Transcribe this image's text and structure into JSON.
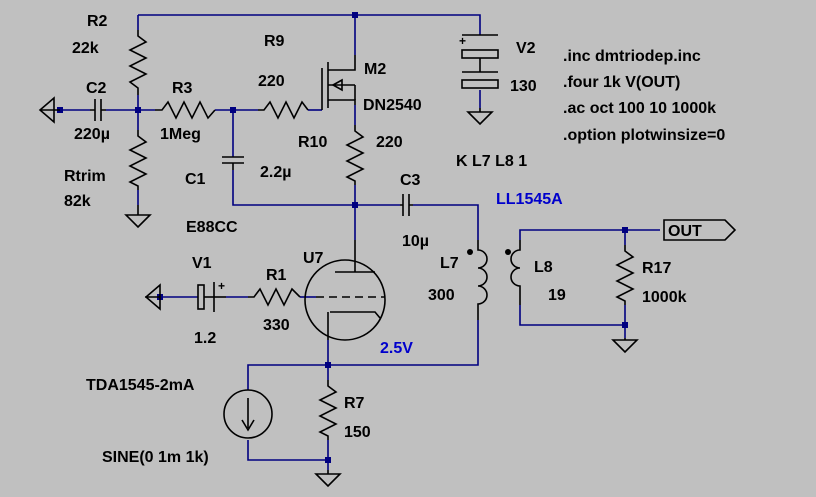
{
  "colors": {
    "background": "#c0c0c0",
    "wire": "#000080",
    "symbol": "#000000",
    "annotation": "#0000cc"
  },
  "components": {
    "R2": {
      "name": "R2",
      "value": "22k"
    },
    "C2": {
      "name": "C2",
      "value": "220µ"
    },
    "R3": {
      "name": "R3",
      "value": "1Meg"
    },
    "Rtrim": {
      "name": "Rtrim",
      "value": "82k"
    },
    "R9": {
      "name": "R9",
      "value": "220"
    },
    "M2": {
      "name": "M2",
      "value": "DN2540"
    },
    "R10": {
      "name": "R10",
      "value": "220"
    },
    "C1": {
      "name": "C1",
      "value": "2.2µ"
    },
    "V2": {
      "name": "V2",
      "value": "130"
    },
    "C3": {
      "name": "C3",
      "value": "10µ"
    },
    "L7": {
      "name": "L7",
      "value": "300"
    },
    "L8": {
      "name": "L8",
      "value": "19"
    },
    "R17": {
      "name": "R17",
      "value": "1000k"
    },
    "U7": {
      "name": "U7",
      "value": "E88CC"
    },
    "V1": {
      "name": "V1",
      "value": "1.2"
    },
    "R1": {
      "name": "R1",
      "value": "330"
    },
    "R7": {
      "name": "R7",
      "value": "150"
    },
    "I1": {
      "name": "TDA1545-2mA",
      "value": "SINE(0 1m 1k)"
    }
  },
  "netlabels": {
    "out": "OUT",
    "cathode_voltage": "2.5V",
    "transformer": "LL1545A"
  },
  "coupling": "K L7 L8 1",
  "directives": [
    ".inc dmtriodep.inc",
    ".four 1k V(OUT)",
    ".ac oct 100 10 1000k",
    ".option plotwinsize=0"
  ],
  "polarity": {
    "plus": "+"
  }
}
